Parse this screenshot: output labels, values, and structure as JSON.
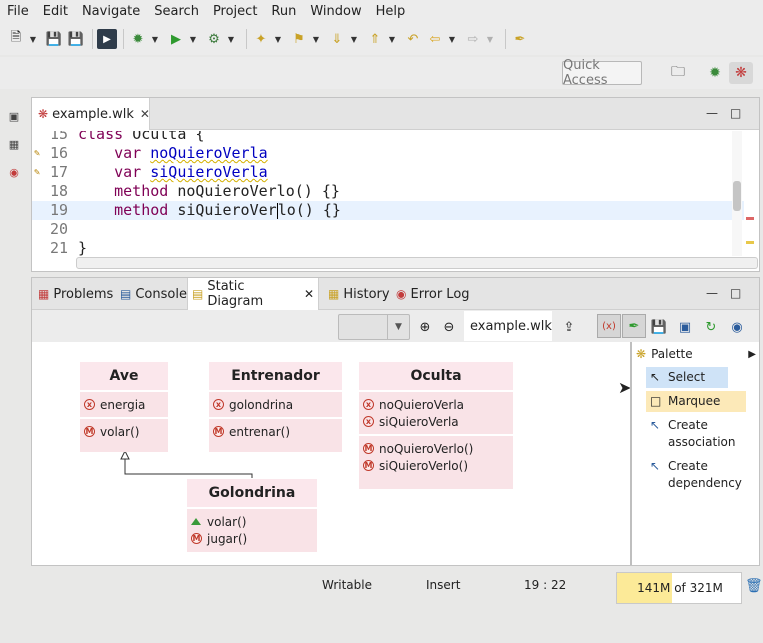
{
  "menu": [
    "File",
    "Edit",
    "Navigate",
    "Search",
    "Project",
    "Run",
    "Window",
    "Help"
  ],
  "quick_access": "Quick Access",
  "editor": {
    "tab_label": "example.wlk",
    "lines": [
      {
        "num": "15",
        "parts": [
          [
            "kw",
            "class"
          ],
          [
            "",
            "Oculta {"
          ]
        ]
      },
      {
        "num": "16",
        "parts": [
          [
            "",
            "    "
          ],
          [
            "kw",
            "var"
          ],
          [
            "",
            ""
          ],
          [
            "fld",
            "noQuieroVerla"
          ]
        ]
      },
      {
        "num": "17",
        "parts": [
          [
            "",
            "    "
          ],
          [
            "kw",
            "var"
          ],
          [
            "",
            ""
          ],
          [
            "fld",
            "siQuieroVerla"
          ]
        ]
      },
      {
        "num": "18",
        "parts": [
          [
            "",
            "    "
          ],
          [
            "kw",
            "method"
          ],
          [
            "",
            "noQuieroVerlo() {}"
          ]
        ]
      },
      {
        "num": "19",
        "parts": [
          [
            "",
            "    "
          ],
          [
            "kw",
            "method"
          ],
          [
            "",
            "siQuieroVerlo() {}"
          ]
        ]
      },
      {
        "num": "20",
        "parts": []
      },
      {
        "num": "21",
        "parts": [
          [
            "",
            "}"
          ]
        ]
      }
    ]
  },
  "bottom_tabs": [
    {
      "label": "Problems",
      "icon": "problems-icon"
    },
    {
      "label": "Console",
      "icon": "console-icon"
    },
    {
      "label": "Static Diagram",
      "icon": "diagram-icon"
    },
    {
      "label": "History",
      "icon": "history-icon"
    },
    {
      "label": "Error Log",
      "icon": "error-log-icon"
    }
  ],
  "diagram": {
    "file_tab": "example.wlk",
    "classes": {
      "ave": {
        "name": "Ave",
        "attrs": [
          "energia"
        ],
        "methods": [
          "volar()"
        ]
      },
      "entrenador": {
        "name": "Entrenador",
        "attrs": [
          "golondrina"
        ],
        "methods": [
          "entrenar()"
        ]
      },
      "oculta": {
        "name": "Oculta",
        "attrs": [
          "noQuieroVerla",
          "siQuieroVerla"
        ],
        "methods": [
          "noQuieroVerlo()",
          "siQuieroVerlo()"
        ]
      },
      "golondrina": {
        "name": "Golondrina",
        "overrides": [
          "volar()"
        ],
        "methods": [
          "jugar()"
        ]
      }
    },
    "palette": {
      "title": "Palette",
      "items": [
        "Select",
        "Marquee",
        "Create association",
        "Create dependency"
      ]
    }
  },
  "status": {
    "mode": "Writable",
    "insert": "Insert",
    "position": "19 : 22",
    "mem_used": "141M",
    "mem_total": "of 321M",
    "mem_fraction": 0.44
  },
  "colors": {
    "keyword": "#7f0055",
    "field": "#0000c0",
    "class_fill": "#f9e3e7",
    "memory_bar": "#fcea98"
  }
}
